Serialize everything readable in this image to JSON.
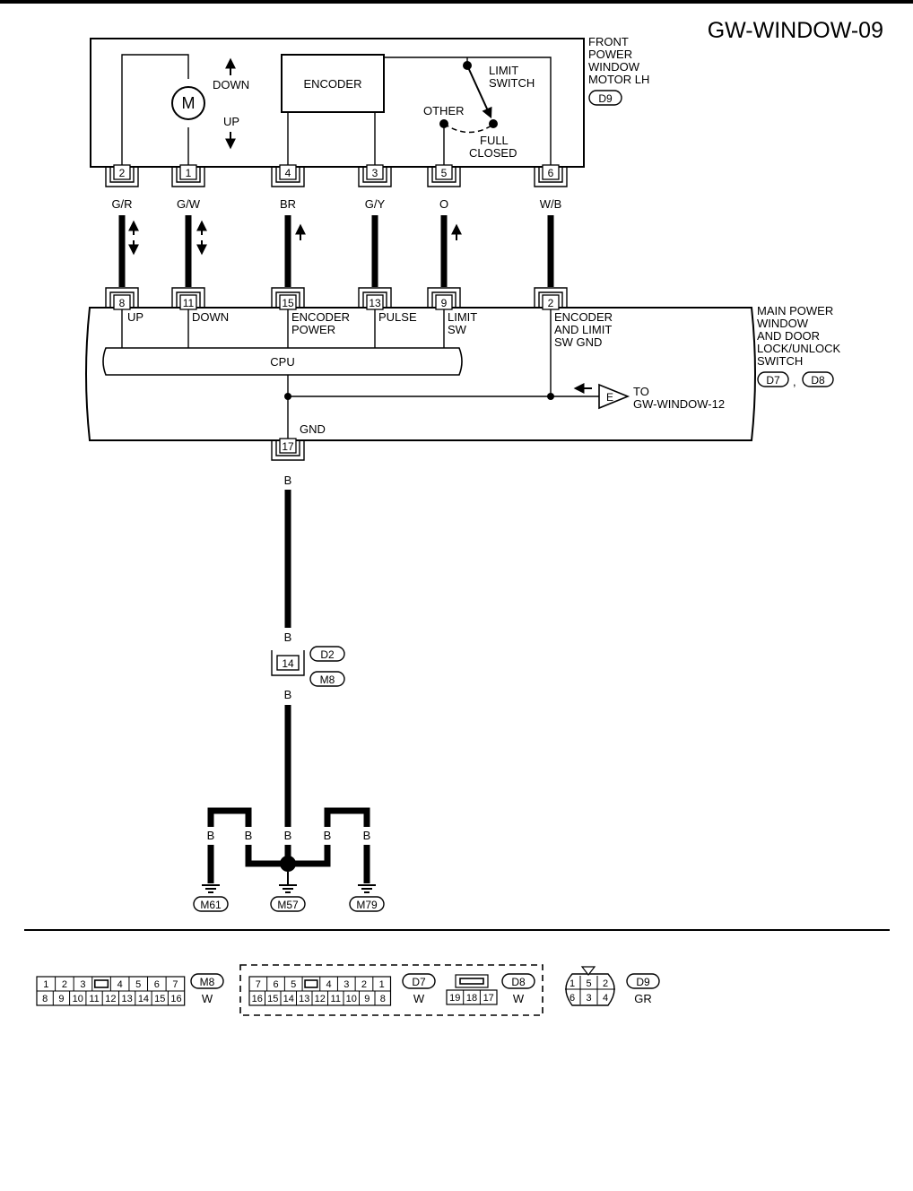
{
  "page_title": "GW-WINDOW-09",
  "motor": {
    "label": [
      "FRONT",
      "POWER",
      "WINDOW",
      "MOTOR LH"
    ],
    "connector": "D9",
    "motor_symbol": "M",
    "dir_down": "DOWN",
    "dir_up": "UP",
    "encoder": "ENCODER",
    "limit_switch": [
      "LIMIT",
      "SWITCH"
    ],
    "other": "OTHER",
    "full_closed": [
      "FULL",
      "CLOSED"
    ]
  },
  "motor_pins": [
    "2",
    "1",
    "4",
    "3",
    "5",
    "6"
  ],
  "wire_colors_top": [
    "G/R",
    "G/W",
    "BR",
    "G/Y",
    "O",
    "W/B"
  ],
  "switch": {
    "label": [
      "MAIN POWER",
      "WINDOW",
      "AND DOOR",
      "LOCK/UNLOCK",
      "SWITCH"
    ],
    "connectors": [
      "D7",
      "D8"
    ],
    "connector_sep": ",",
    "pins": [
      "8",
      "11",
      "15",
      "13",
      "9",
      "2"
    ],
    "terminal_labels": [
      [
        "UP"
      ],
      [
        "DOWN"
      ],
      [
        "ENCODER",
        "POWER"
      ],
      [
        "PULSE"
      ],
      [
        "LIMIT",
        "SW"
      ],
      [
        "ENCODER",
        "AND LIMIT",
        "SW GND"
      ]
    ],
    "cpu": "CPU",
    "gnd": "GND",
    "gnd_pin": "17",
    "ref_letter": "E",
    "ref_to": [
      "TO",
      "GW-WINDOW-12"
    ]
  },
  "ground_wire": {
    "color_upper": "B",
    "color_mid_top": "B",
    "color_mid_bottom": "B",
    "joint_pin": "14",
    "joint_connectors": [
      "D2",
      "M8"
    ],
    "branch_colors": [
      "B",
      "B",
      "B",
      "B",
      "B"
    ],
    "grounds": [
      "M61",
      "M57",
      "M79"
    ]
  },
  "connector_views": {
    "m8": {
      "top": [
        "1",
        "2",
        "3",
        "",
        "4",
        "5",
        "6",
        "7"
      ],
      "bottom": [
        "8",
        "9",
        "10",
        "11",
        "12",
        "13",
        "14",
        "15",
        "16"
      ],
      "id": "M8",
      "color": "W"
    },
    "d7": {
      "top": [
        "7",
        "6",
        "5",
        "",
        "4",
        "3",
        "2",
        "1"
      ],
      "bottom": [
        "16",
        "15",
        "14",
        "13",
        "12",
        "11",
        "10",
        "9",
        "8"
      ],
      "id": "D7",
      "color": "W"
    },
    "d8": {
      "bottom": [
        "19",
        "18",
        "17"
      ],
      "id": "D8",
      "color": "W"
    },
    "d9": {
      "top": [
        "1",
        "5",
        "2"
      ],
      "bottom": [
        "6",
        "3",
        "4"
      ],
      "id": "D9",
      "color": "GR"
    }
  }
}
